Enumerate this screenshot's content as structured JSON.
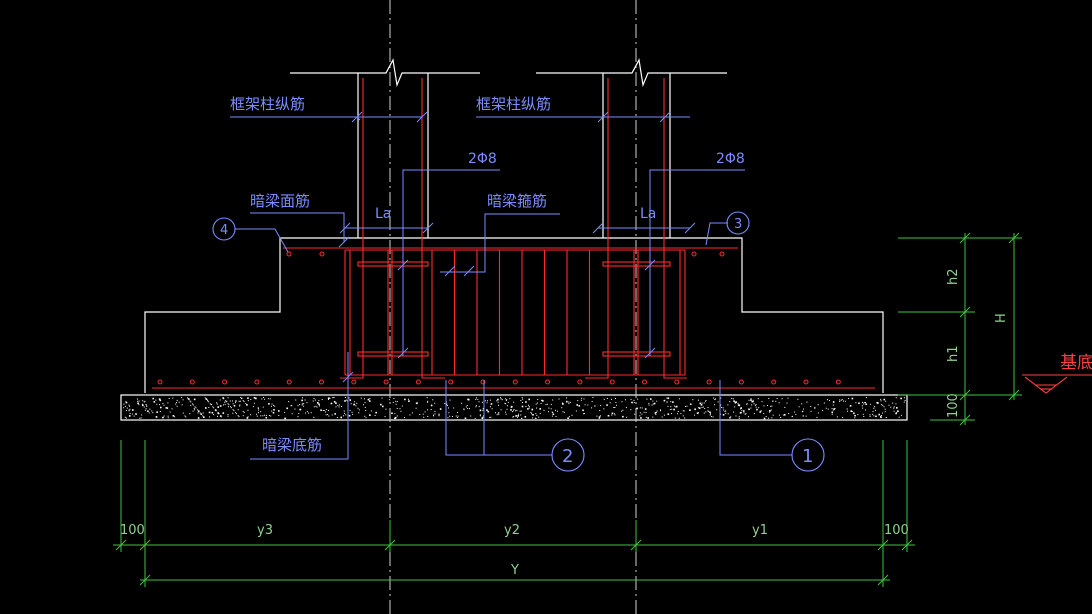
{
  "labels": {
    "column_bars_left": "框架柱纵筋",
    "column_bars_right": "框架柱纵筋",
    "stirrup_left": "2Φ8",
    "stirrup_right": "2Φ8",
    "hidden_beam_top_bars": "暗梁面筋",
    "hidden_beam_stirrups": "暗梁箍筋",
    "hidden_beam_bottom_bars": "暗梁底筋",
    "anchor_left": "La",
    "anchor_right": "La",
    "base_bottom": "基底"
  },
  "bubbles": {
    "b1": "1",
    "b2": "2",
    "b3": "3",
    "b4": "4"
  },
  "dims": {
    "h2": "h2",
    "h1": "h1",
    "H": "H",
    "pad": "100",
    "edge_left": "100",
    "edge_right": "100",
    "y3": "y3",
    "y2": "y2",
    "y1": "y1",
    "Y": "Y"
  },
  "colors": {
    "outline": "#ffffff",
    "rebar": "#ff2a2a",
    "leader": "#7a8cff",
    "dimension": "#3ec43e",
    "text_blue": "#7a8cff",
    "base_mark": "#ff4040"
  }
}
